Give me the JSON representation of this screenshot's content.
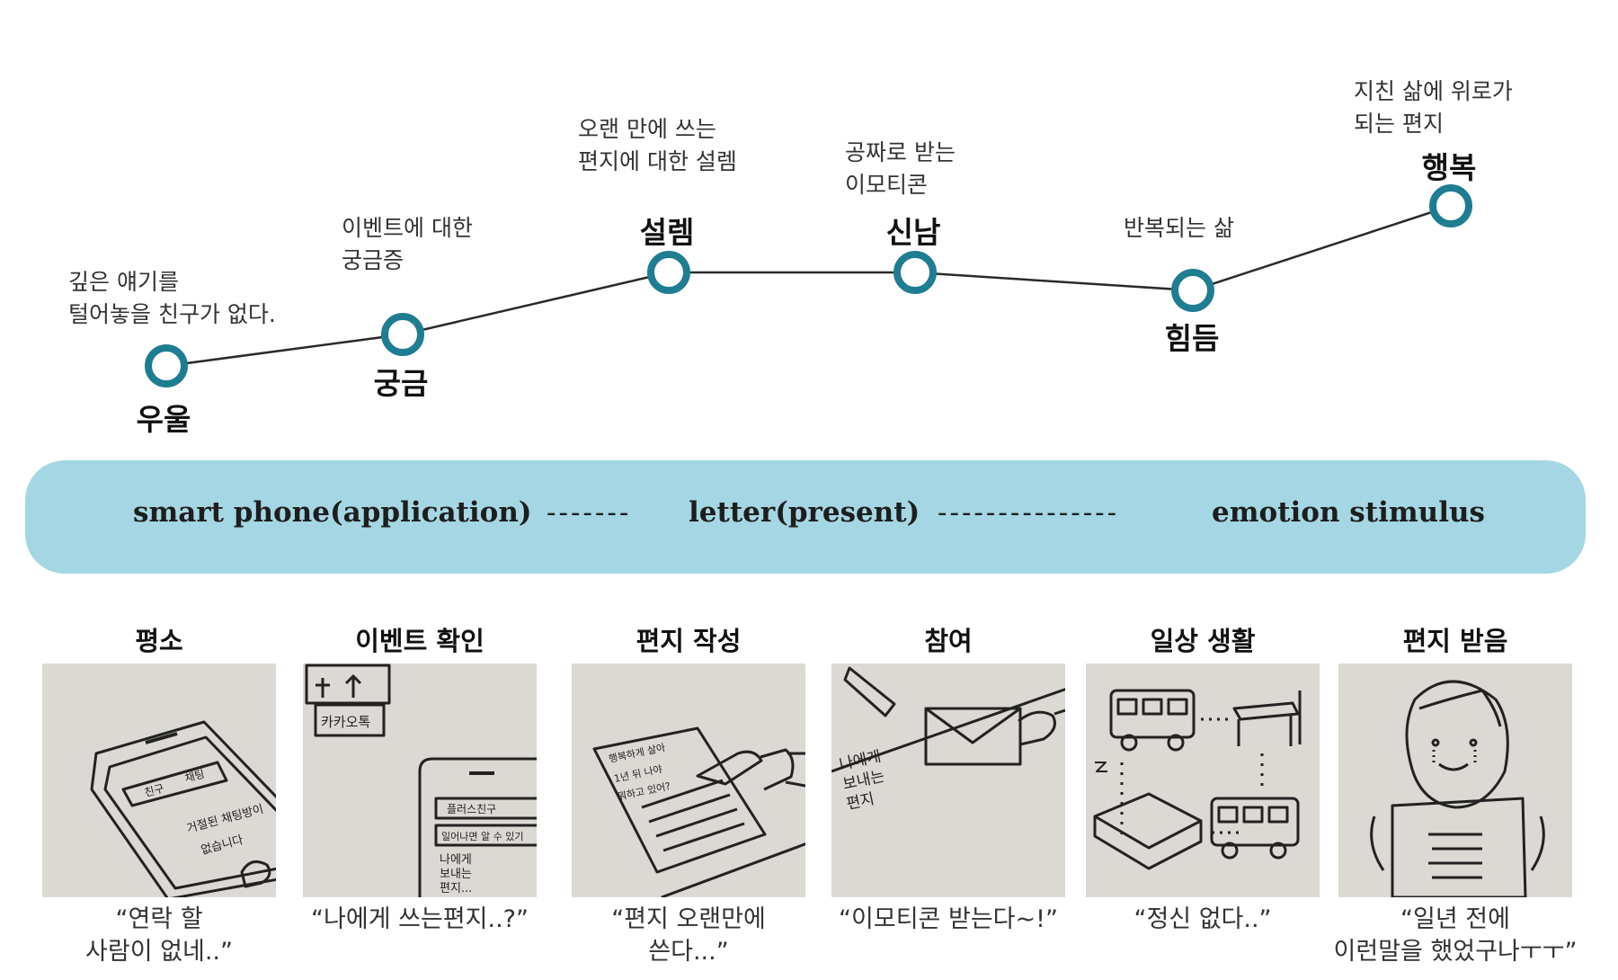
{
  "journey": {
    "points": [
      {
        "emotion": "우울",
        "desc_line1": "깊은 얘기를",
        "desc_line2": "털어놓을 친구가 없다."
      },
      {
        "emotion": "궁금",
        "desc_line1": "이벤트에 대한",
        "desc_line2": "궁금증"
      },
      {
        "emotion": "설렘",
        "desc_line1": "오랜 만에 쓰는",
        "desc_line2": "편지에 대한 설렘"
      },
      {
        "emotion": "신남",
        "desc_line1": "공짜로 받는",
        "desc_line2": "이모티콘"
      },
      {
        "emotion": "힘듬",
        "desc_line1": "반복되는 삶",
        "desc_line2": ""
      },
      {
        "emotion": "행복",
        "desc_line1": "지친 삶에 위로가",
        "desc_line2": "되는 편지"
      }
    ],
    "line_color": "#2a2a2a",
    "marker_color": "#1f7d92"
  },
  "band": {
    "label1": "smart phone(application)",
    "dash1": "-------",
    "label2": "letter(present)",
    "dash2": "---------------",
    "label3": "emotion stimulus",
    "color": "#a4d7e3"
  },
  "steps": [
    {
      "title": "평소",
      "quote_line1": "“연락 할",
      "quote_line2": "사람이 없네..”",
      "sketch_text": [
        "친구",
        "채팅",
        "거절된 채팅방이",
        "없습니다"
      ]
    },
    {
      "title": "이벤트 확인",
      "quote_line1": "“나에게 쓰는편지..?”",
      "quote_line2": "",
      "sketch_text": [
        "카카오톡",
        "플러스친구",
        "일어나면 알 수 있기",
        "나에게",
        "보내는",
        "편지..."
      ]
    },
    {
      "title": "편지 작성",
      "quote_line1": "“편지 오랜만에",
      "quote_line2": "쓴다...”",
      "sketch_text": [
        "행복하게 살아",
        "1년 뒤 나야",
        "뭐하고 있어?"
      ]
    },
    {
      "title": "참여",
      "quote_line1": "“이모티콘 받는다~!”",
      "quote_line2": "",
      "sketch_text": [
        "나에게",
        "보내는",
        "편지"
      ]
    },
    {
      "title": "일상 생활",
      "quote_line1": "“정신 없다..”",
      "quote_line2": "",
      "sketch_text": []
    },
    {
      "title": "편지 받음",
      "quote_line1": "“일년 전에",
      "quote_line2": "이런말을 했었구나ㅜㅜ”",
      "sketch_text": []
    }
  ]
}
